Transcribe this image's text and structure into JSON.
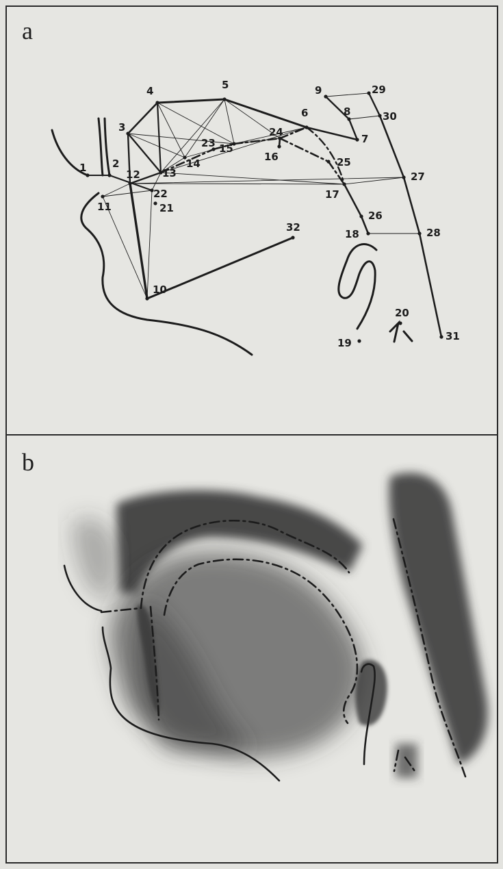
{
  "figure": {
    "panel_a": {
      "label": "a",
      "points": [
        {
          "id": "1",
          "label": "1"
        },
        {
          "id": "2",
          "label": "2"
        },
        {
          "id": "3",
          "label": "3"
        },
        {
          "id": "4",
          "label": "4"
        },
        {
          "id": "5",
          "label": "5"
        },
        {
          "id": "6",
          "label": "6"
        },
        {
          "id": "7",
          "label": "7"
        },
        {
          "id": "8",
          "label": "8"
        },
        {
          "id": "9",
          "label": "9"
        },
        {
          "id": "10",
          "label": "10"
        },
        {
          "id": "11",
          "label": "11"
        },
        {
          "id": "12",
          "label": "12"
        },
        {
          "id": "13",
          "label": "13"
        },
        {
          "id": "14",
          "label": "14"
        },
        {
          "id": "15",
          "label": "15"
        },
        {
          "id": "16",
          "label": "16"
        },
        {
          "id": "17",
          "label": "17"
        },
        {
          "id": "18",
          "label": "18"
        },
        {
          "id": "19",
          "label": "19"
        },
        {
          "id": "20",
          "label": "20"
        },
        {
          "id": "21",
          "label": "21"
        },
        {
          "id": "22",
          "label": "22"
        },
        {
          "id": "23",
          "label": "23"
        },
        {
          "id": "24",
          "label": "24"
        },
        {
          "id": "25",
          "label": "25"
        },
        {
          "id": "26",
          "label": "26"
        },
        {
          "id": "27",
          "label": "27"
        },
        {
          "id": "28",
          "label": "28"
        },
        {
          "id": "29",
          "label": "29"
        },
        {
          "id": "30",
          "label": "30"
        },
        {
          "id": "31",
          "label": "31"
        },
        {
          "id": "32",
          "label": "32"
        }
      ]
    },
    "panel_b": {
      "label": "b"
    },
    "colors": {
      "background": "#e6e6e2",
      "ink": "#1c1c1c",
      "shadow": "#3a3a3a"
    }
  }
}
